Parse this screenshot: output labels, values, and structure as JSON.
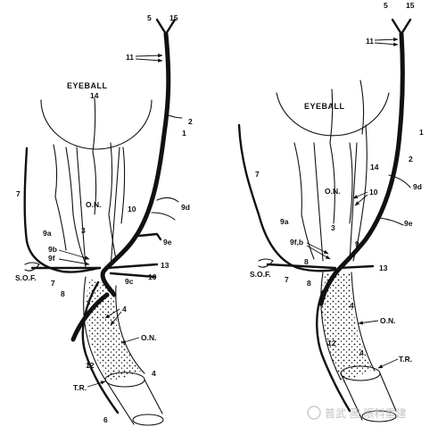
{
  "left_panel": {
    "eyeball": "EYEBALL",
    "labels": {
      "l5": "5",
      "l15": "15",
      "l11": "11",
      "l14": "14",
      "l2": "2",
      "l1": "1",
      "l7": "7",
      "l9a": "9a",
      "l9b": "9b",
      "l9f": "9f",
      "l3": "3",
      "on": "O.N.",
      "l10a": "10",
      "l9d": "9d",
      "l9e": "9e",
      "l13": "13",
      "sof": "S.O.F.",
      "l7b": "7",
      "l8": "8",
      "l9c": "9c",
      "l10b": "10",
      "l4": "4",
      "on2": "O.N.",
      "l12": "12",
      "tr": "T.R.",
      "l4b": "4",
      "l6": "6"
    }
  },
  "right_panel": {
    "eyeball": "EYEBALL",
    "labels": {
      "l5": "5",
      "l15": "15",
      "l11": "11",
      "l1": "1",
      "l2": "2",
      "l7": "7",
      "on": "O.N.",
      "l10": "10",
      "l14": "14",
      "l9d": "9d",
      "l9a": "9a",
      "l9fb": "9f,b",
      "l3": "3",
      "l9c": "9c",
      "l9e": "9e",
      "l8": "8",
      "sof": "S.O.F.",
      "l7b": "7",
      "l8b": "8",
      "l13": "13",
      "l4": "4",
      "on2": "O.N.",
      "l12": "12",
      "l4b": "4",
      "tr": "T.R."
    }
  },
  "watermark": "普武 圖 眼科重建"
}
